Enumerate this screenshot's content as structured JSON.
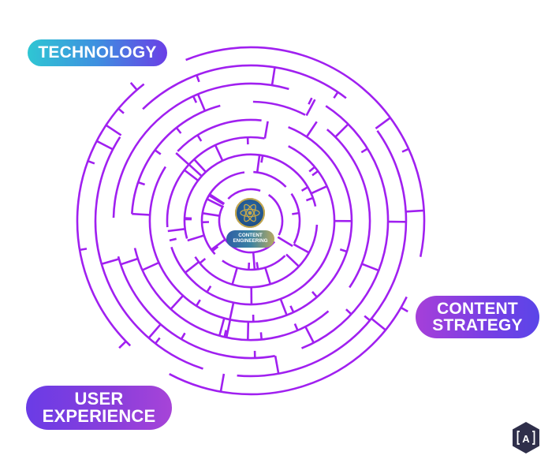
{
  "labels": {
    "technology": "TECHNOLOGY",
    "content_strategy_line1": "CONTENT",
    "content_strategy_line2": "STRATEGY",
    "user_experience_line1": "USER",
    "user_experience_line2": "EXPERIENCE"
  },
  "center": {
    "line1": "CONTENT",
    "line2": "ENGINEERING",
    "icon": "atom-icon"
  },
  "logo": {
    "icon": "bracket-a-logo-icon",
    "text": "A"
  },
  "colors": {
    "maze_stroke": "#a020f0",
    "emblem_gold": "#c9a948",
    "logo_bg": "#2f2f4a"
  }
}
